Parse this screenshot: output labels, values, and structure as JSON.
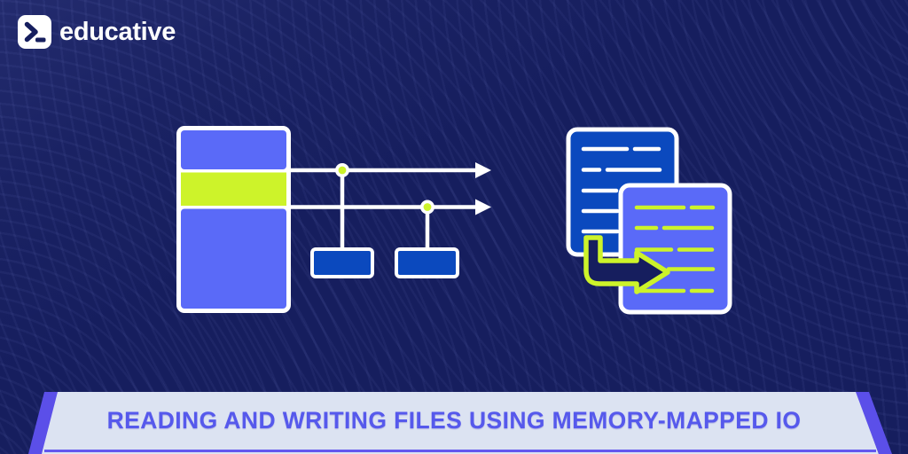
{
  "brand": {
    "logo_text": "educative",
    "logo_icon": "terminal-prompt-icon"
  },
  "banner": {
    "title": "READING AND WRITING FILES USING MEMORY-MAPPED IO"
  },
  "colors": {
    "background": "#161E5E",
    "periwinkle": "#5A6AF8",
    "lime": "#CDF32A",
    "dark_blue": "#0B49BE",
    "white": "#FFFFFF",
    "banner_background": "#DCE3F2",
    "banner_text": "#5659EC",
    "banner_stripe": "#5B4FE9"
  },
  "illustration": {
    "memory_block_segments": [
      "periwinkle",
      "lime",
      "periwinkle"
    ],
    "mapping_arrows": 2,
    "pointer_dots": 2,
    "buffer_boxes": 2,
    "documents": [
      {
        "fill": "dark_blue",
        "line_color": "white"
      },
      {
        "fill": "periwinkle",
        "line_color": "lime"
      }
    ],
    "copy_arrow": {
      "outline": "lime",
      "fill": "background"
    }
  }
}
